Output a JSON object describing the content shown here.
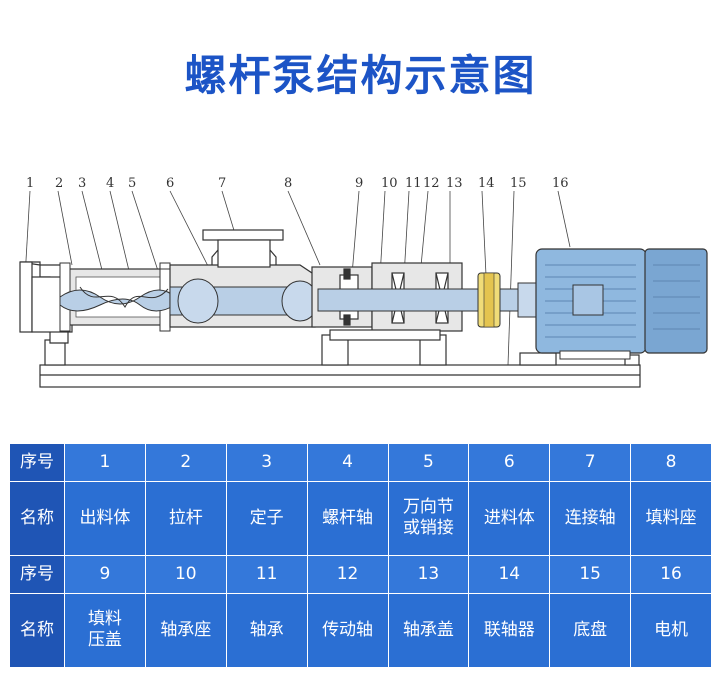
{
  "title": "螺杆泵结构示意图",
  "callouts": [
    "1",
    "2",
    "3",
    "4",
    "5",
    "6",
    "7",
    "8",
    "9",
    "10",
    "11",
    "12",
    "13",
    "14",
    "15",
    "16"
  ],
  "table": {
    "rows": [
      {
        "header": "序号",
        "cells": [
          "1",
          "2",
          "3",
          "4",
          "5",
          "6",
          "7",
          "8"
        ]
      },
      {
        "header": "名称",
        "cells": [
          "出料体",
          "拉杆",
          "定子",
          "螺杆轴",
          "万向节\n或销接",
          "进料体",
          "连接轴",
          "填料座"
        ]
      },
      {
        "header": "序号",
        "cells": [
          "9",
          "10",
          "11",
          "12",
          "13",
          "14",
          "15",
          "16"
        ]
      },
      {
        "header": "名称",
        "cells": [
          "填料\n压盖",
          "轴承座",
          "轴承",
          "传动轴",
          "轴承盖",
          "联轴器",
          "底盘",
          "电机"
        ]
      }
    ]
  },
  "colors": {
    "title": "#1c54c6",
    "table_cell": "#2b6fd3",
    "table_header": "#1f55b5",
    "motor": "#8fb8df",
    "coupling": "#f0dc78",
    "shaft": "#b9cfe6"
  }
}
